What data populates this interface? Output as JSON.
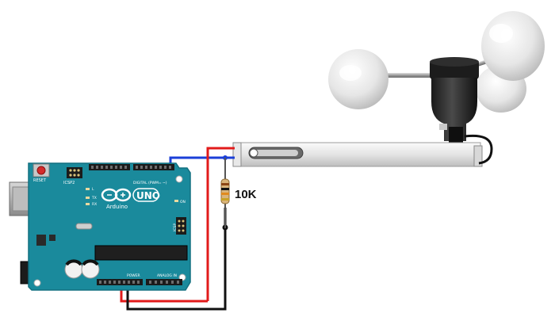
{
  "board": {
    "model_label": "UNO",
    "brand_label": "Arduino",
    "reset_label": "RESET",
    "icsp2_label": "ICSP2",
    "icsp_label": "ICSP",
    "digital_label": "DIGITAL (PWM= ~)",
    "analog_label": "ANALOG IN",
    "power_label": "POWER",
    "on_label": "ON",
    "tx_label": "TX",
    "rx_label": "RX",
    "l_label": "L"
  },
  "resistor": {
    "value_label": "10K"
  },
  "colors": {
    "board": "#1a8a9c",
    "wire_signal": "#1b3fd8",
    "wire_power": "#e21b1b",
    "wire_ground": "#111111"
  },
  "icons": {
    "logo": "arduino-infinity-logo",
    "sensor": "anemometer"
  }
}
